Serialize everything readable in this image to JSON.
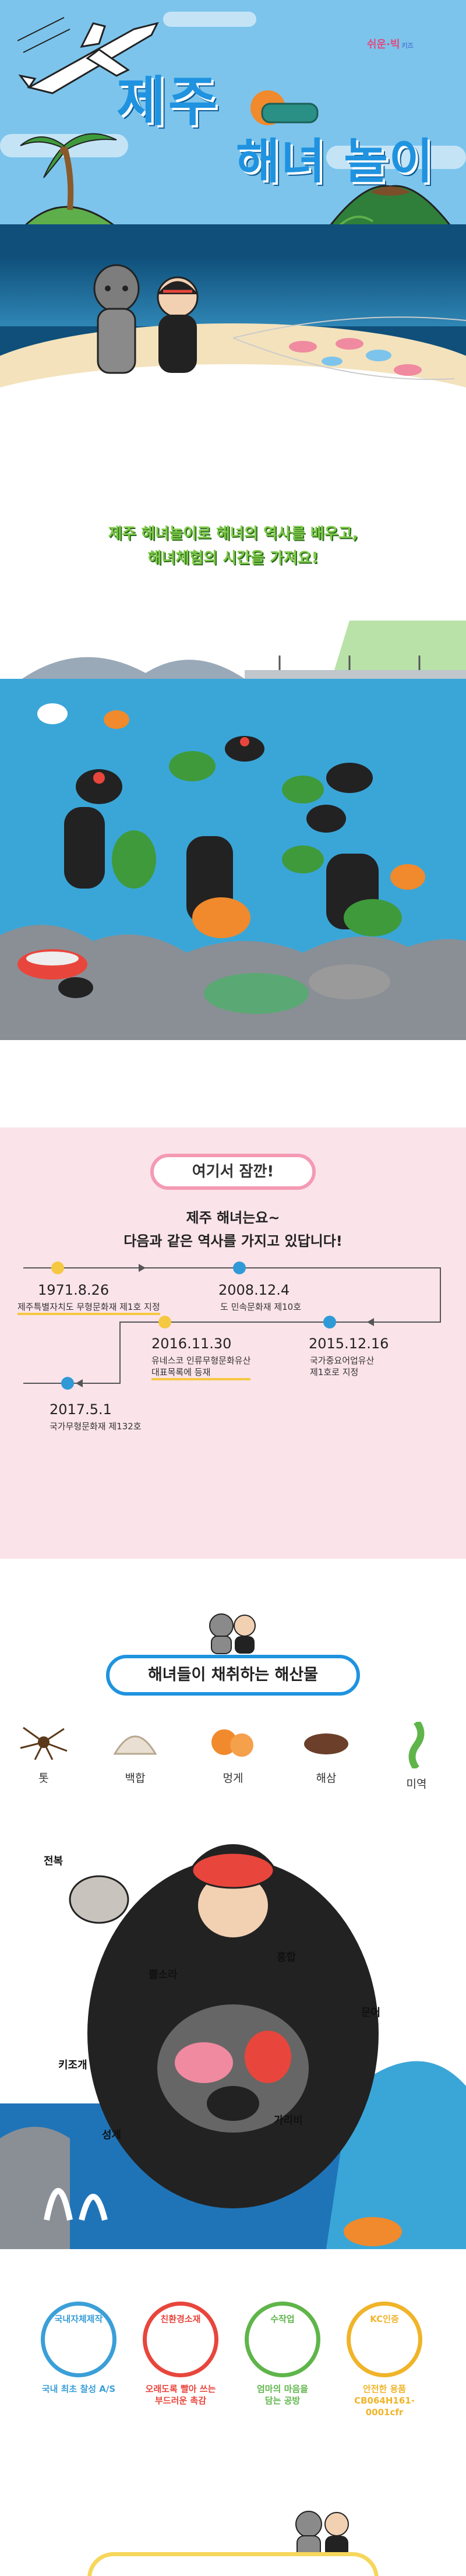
{
  "hero": {
    "brand": "쉬운",
    "brand_dot": "·",
    "brand_2": "빅",
    "brand_small": "키즈",
    "title_line1": "제주",
    "title_line2": "해녀 놀이"
  },
  "intro": {
    "line1": "제주 해녀놀이로 해녀의 역사를 배우고,",
    "line2": "해녀체험의 시간을 가져요!"
  },
  "history": {
    "heading": "여기서 잠깐!",
    "sub_line1": "제주 해녀는요~",
    "sub_line2": "다음과 같은 역사를 가지고 있답니다!",
    "events": [
      {
        "date": "1971.8.26",
        "desc": "제주특별자치도 무형문화재 제1호 지정",
        "color": "#f5c842"
      },
      {
        "date": "2008.12.4",
        "desc": "도 민속문화재 제10호",
        "color": "#2f9ad6"
      },
      {
        "date": "2015.12.16",
        "desc": "국가중요어업유산\n제1호로 지정",
        "color": "#2f9ad6"
      },
      {
        "date": "2016.11.30",
        "desc": "유네스코 인류무형문화유산\n대표목록에 등재",
        "color": "#f5c842"
      },
      {
        "date": "2017.5.1",
        "desc": "국가무형문화재 제132호",
        "color": "#2f9ad6"
      }
    ]
  },
  "seafood": {
    "heading": "해녀들이 채취하는 해산물",
    "items": [
      "톳",
      "백합",
      "멍게",
      "해삼",
      "미역"
    ],
    "tags": [
      "전복",
      "뿔소라",
      "홍합",
      "문어",
      "키조개",
      "성게",
      "가리비"
    ]
  },
  "badges": [
    {
      "title": "국내자체제작",
      "caption_1": "국내 최초 찰성 A/S",
      "caption_2": "",
      "color": "#3b9fd8",
      "icon": "map-icon"
    },
    {
      "title": "친환경소재",
      "caption_1": "오래도록 빨아 쓰는",
      "caption_2": "부드러운 촉감",
      "color": "#e8463c",
      "icon": "eco-icon"
    },
    {
      "title": "수작업",
      "caption_1": "엄마의 마음을",
      "caption_2": "담는 공방",
      "color": "#5fb54a",
      "icon": "hand-icon"
    },
    {
      "title": "KC인증",
      "caption_1": "안전한 용품",
      "caption_2": "CB064H161-0001cfr",
      "color": "#f0b429",
      "icon": "kc-icon"
    }
  ]
}
